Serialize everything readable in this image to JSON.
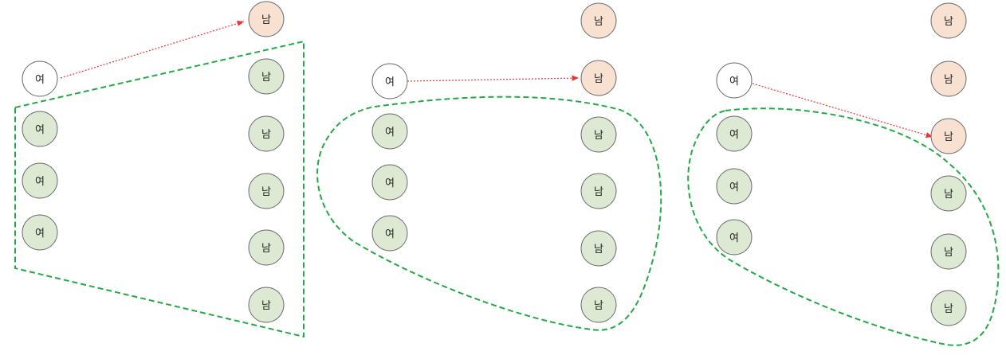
{
  "labels": {
    "female": "여",
    "male": "남"
  },
  "colors": {
    "female_unselected": "#ffffff",
    "female_group": "#dde9d2",
    "male_group": "#dde9d2",
    "male_highlight": "#f9e1d2",
    "node_stroke": "#6f6f6f",
    "arrow": "#ee3333",
    "group_outline": "#22aa44"
  },
  "panels": [
    {
      "group_shape": "trapezoid",
      "female_nodes": [
        "unselected",
        "group",
        "group",
        "group"
      ],
      "male_nodes": [
        "highlight",
        "group",
        "group",
        "group",
        "group",
        "group"
      ],
      "arrow": {
        "from_female": 0,
        "to_male": 0
      }
    },
    {
      "group_shape": "rounded-blob",
      "female_nodes": [
        "unselected",
        "group",
        "group",
        "group"
      ],
      "male_nodes": [
        "highlight",
        "highlight",
        "group",
        "group",
        "group",
        "group"
      ],
      "arrow": {
        "from_female": 0,
        "to_male": 1
      }
    },
    {
      "group_shape": "rounded-blob",
      "female_nodes": [
        "unselected",
        "group",
        "group",
        "group"
      ],
      "male_nodes": [
        "highlight",
        "highlight",
        "highlight",
        "group",
        "group",
        "group"
      ],
      "arrow": {
        "from_female": 0,
        "to_male": 2
      }
    }
  ]
}
